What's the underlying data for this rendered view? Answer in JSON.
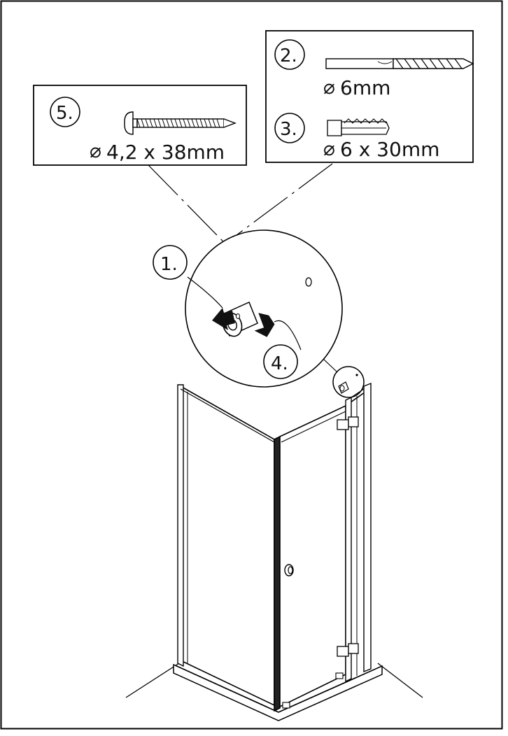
{
  "callouts": {
    "step1": "1.",
    "step2": "2.",
    "step3": "3.",
    "step4": "4.",
    "step5": "5."
  },
  "dimensions": {
    "drill": "6mm",
    "wall_plug": "6 x 30mm",
    "screw": "4,2 x 38mm"
  },
  "symbols": {
    "diameter": "⌀"
  },
  "colors": {
    "line": "#000000",
    "background": "#ffffff"
  }
}
